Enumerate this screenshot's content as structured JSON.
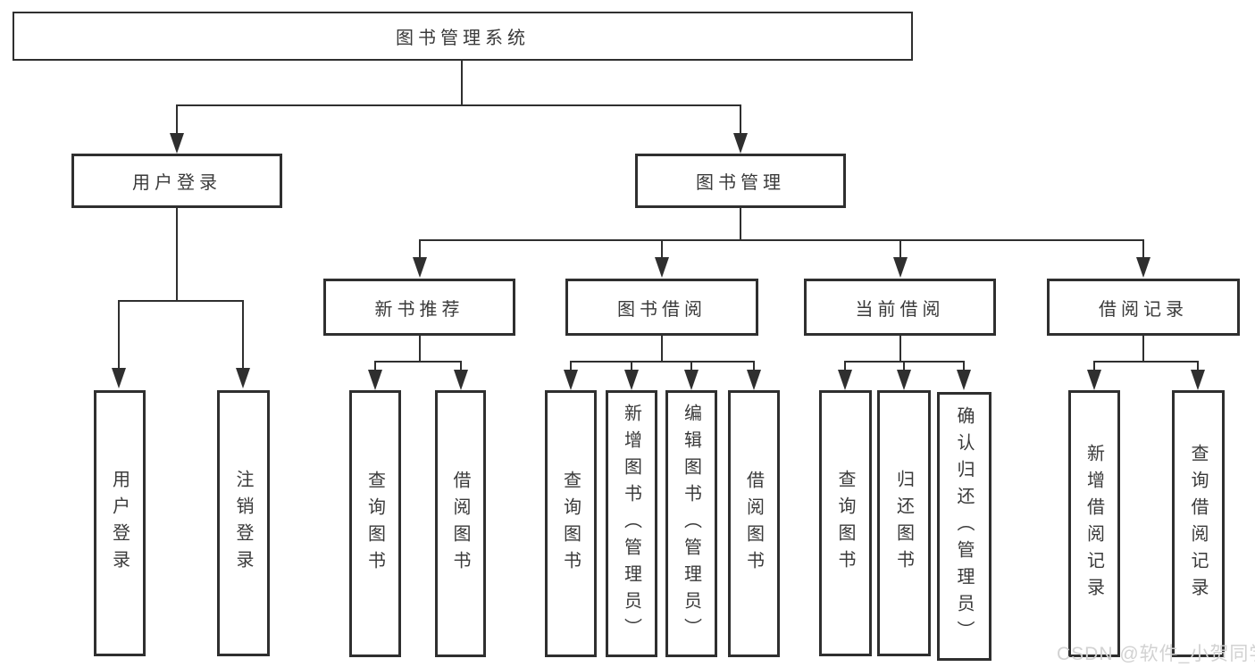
{
  "diagram": {
    "nodes": {
      "root": "图书管理系统",
      "user_login": "用户登录",
      "book_mgmt": "图书管理",
      "new_book_rec": "新书推荐",
      "book_borrow": "图书借阅",
      "current_borrow": "当前借阅",
      "borrow_records": "借阅记录",
      "leaf_user_login": "用户登录",
      "leaf_logout": "注销登录",
      "rec_query": "查询图书",
      "rec_borrow": "借阅图书",
      "bb_query": "查询图书",
      "bb_add": "新增图书（管理员）",
      "bb_edit": "编辑图书（管理员）",
      "bb_borrow": "借阅图书",
      "cb_query": "查询图书",
      "cb_return": "归还图书",
      "cb_confirm": "确认归还（管理员）",
      "br_add": "新增借阅记录",
      "br_query": "查询借阅记录"
    },
    "watermark": "CSDN @软件_小贺同学",
    "colors": {
      "line": "#2f2f2f",
      "text": "#3a3a3a",
      "background": "#ffffff",
      "watermark": "#d2d2d2"
    }
  }
}
